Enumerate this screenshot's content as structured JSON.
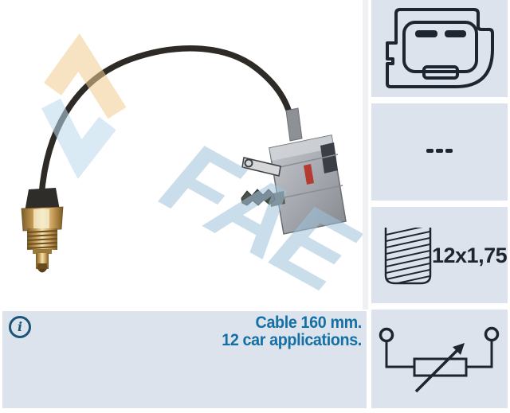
{
  "watermark": {
    "brand": "FAE"
  },
  "specs": {
    "connector_panel": {
      "icon": "connector-face-icon"
    },
    "contacts_panel": {
      "icon": "dashes-icon",
      "symbol": "---"
    },
    "thread_panel": {
      "icon": "thread-icon",
      "label": "12x1,75"
    },
    "resistor_panel": {
      "icon": "variable-resistor-icon"
    }
  },
  "info": {
    "icon": "info-icon",
    "icon_glyph": "i",
    "cable_length": "Cable 160 mm.",
    "applications": "12 car applications."
  },
  "colors": {
    "panel_bg": "#dde3ec",
    "info_text": "#1470a4",
    "info_icon": "#1b5577",
    "symbol_ink": "#1d2530",
    "watermark_blue": "#9fc2dc",
    "watermark_orange": "#f2cd92",
    "watermark_sky": "#bcd9ec"
  }
}
